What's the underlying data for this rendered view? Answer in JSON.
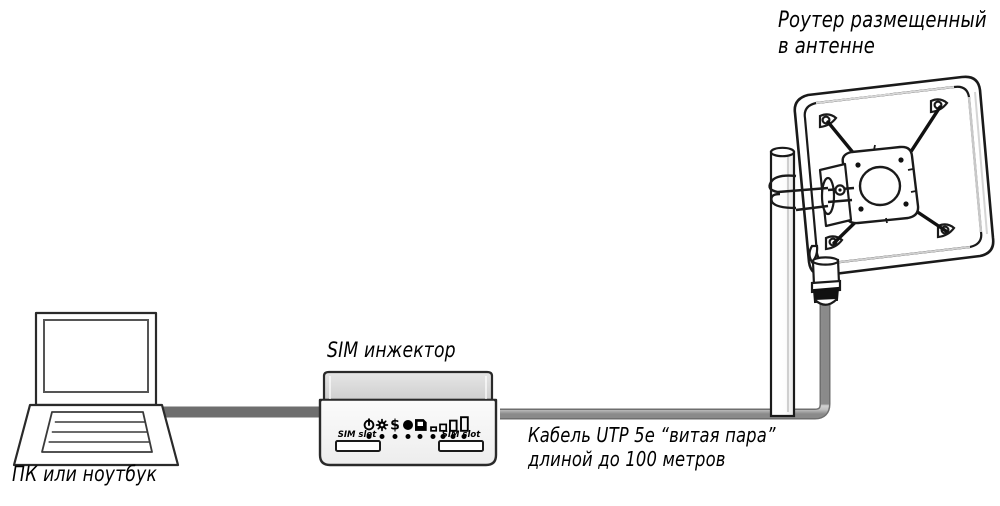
{
  "diagram": {
    "title_router": "Роутер размещенный\nв антенне",
    "label_injector": "SIM инжектор",
    "label_cable": "Кабель UTP 5e “витая пара”\nдлиной до 100 метров",
    "label_pc": "ПК или ноутбук",
    "background_color": "#ffffff",
    "line_color": "#1a1a1a",
    "cable_color": "#b8b8b8",
    "cable_edge_color": "#6e6e6e"
  },
  "injector": {
    "sim_slot_left_label": "SIM slot",
    "sim_slot_right_label": "SIM slot",
    "body_color": "#f2f2f2",
    "top_panel_color": "#d8d8d8",
    "indicators": [
      {
        "name": "power-icon",
        "type": "power"
      },
      {
        "name": "gear-icon",
        "type": "gear"
      },
      {
        "name": "dollar-icon",
        "type": "dollar"
      },
      {
        "name": "circle-icon",
        "type": "circle"
      },
      {
        "name": "sim-card-icon",
        "type": "simcard"
      },
      {
        "name": "signal-bar-1-icon",
        "type": "bar1"
      },
      {
        "name": "signal-bar-2-icon",
        "type": "bar2"
      },
      {
        "name": "signal-bar-3-icon",
        "type": "bar3"
      },
      {
        "name": "signal-bar-4-icon",
        "type": "bar4"
      }
    ],
    "led_count": 9
  },
  "antenna": {
    "enclosure_color": "#ffffff",
    "mast_color": "#ffffff",
    "gland_band_color": "#111111"
  },
  "laptop": {
    "screen_color": "#ffffff",
    "base_color": "#ffffff",
    "key_rows": 4
  }
}
